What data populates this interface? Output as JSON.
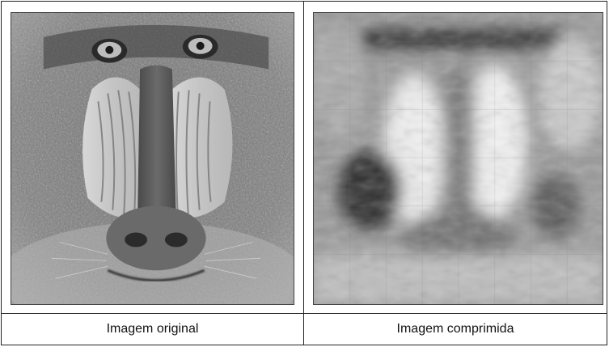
{
  "panels": [
    {
      "caption": "Imagem original",
      "image_subject": "grayscale portrait of a mandrill baboon face"
    },
    {
      "caption": "Imagem comprimida",
      "image_subject": "blurred, low-detail compressed version of the mandrill image"
    }
  ]
}
